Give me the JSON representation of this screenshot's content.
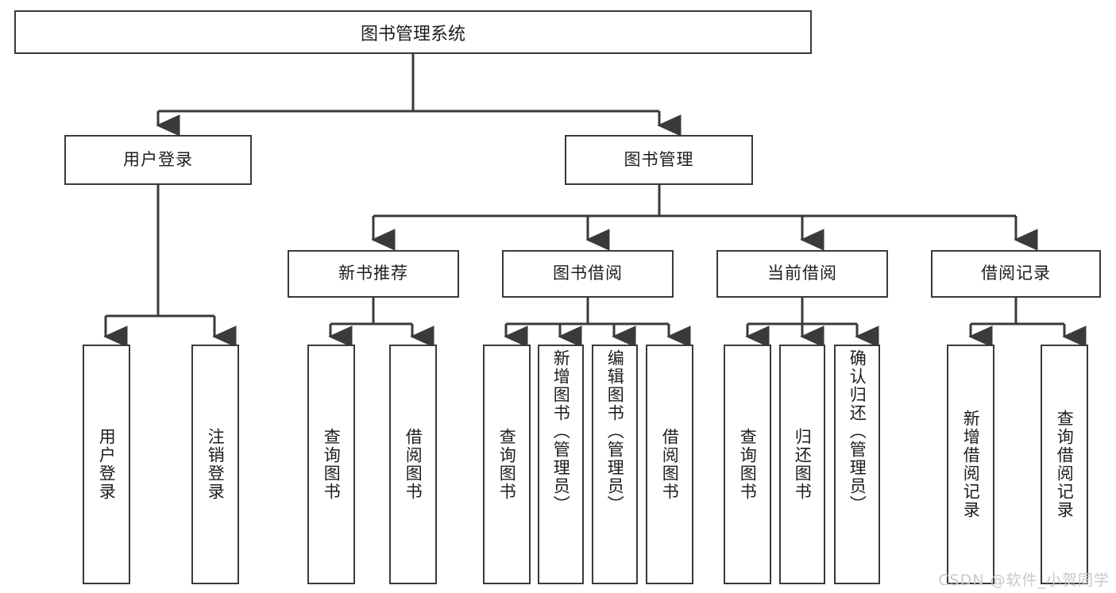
{
  "diagram": {
    "title": "图书管理系统",
    "watermark": "CSDN @软件_小贺同学",
    "stroke_color": "#3a3a3a",
    "background_color": "#ffffff",
    "text_color": "#1d1d1d",
    "root": {
      "label": "图书管理系统"
    },
    "level2": [
      {
        "label": "用户登录"
      },
      {
        "label": "图书管理"
      }
    ],
    "level3": [
      {
        "label": "新书推荐"
      },
      {
        "label": "图书借阅"
      },
      {
        "label": "当前借阅"
      },
      {
        "label": "借阅记录"
      }
    ],
    "leaves": {
      "user_login": [
        {
          "label": "用户登录"
        },
        {
          "label": "注销登录"
        }
      ],
      "new_book": [
        {
          "label": "查询图书"
        },
        {
          "label": "借阅图书"
        }
      ],
      "book_borrow": [
        {
          "label": "查询图书"
        },
        {
          "label": "新增图书（管理员）"
        },
        {
          "label": "编辑图书（管理员）"
        },
        {
          "label": "借阅图书"
        }
      ],
      "current_borrow": [
        {
          "label": "查询图书"
        },
        {
          "label": "归还图书"
        },
        {
          "label": "确认归还（管理员）"
        }
      ],
      "borrow_record": [
        {
          "label": "新增借阅记录"
        },
        {
          "label": "查询借阅记录"
        }
      ]
    }
  }
}
